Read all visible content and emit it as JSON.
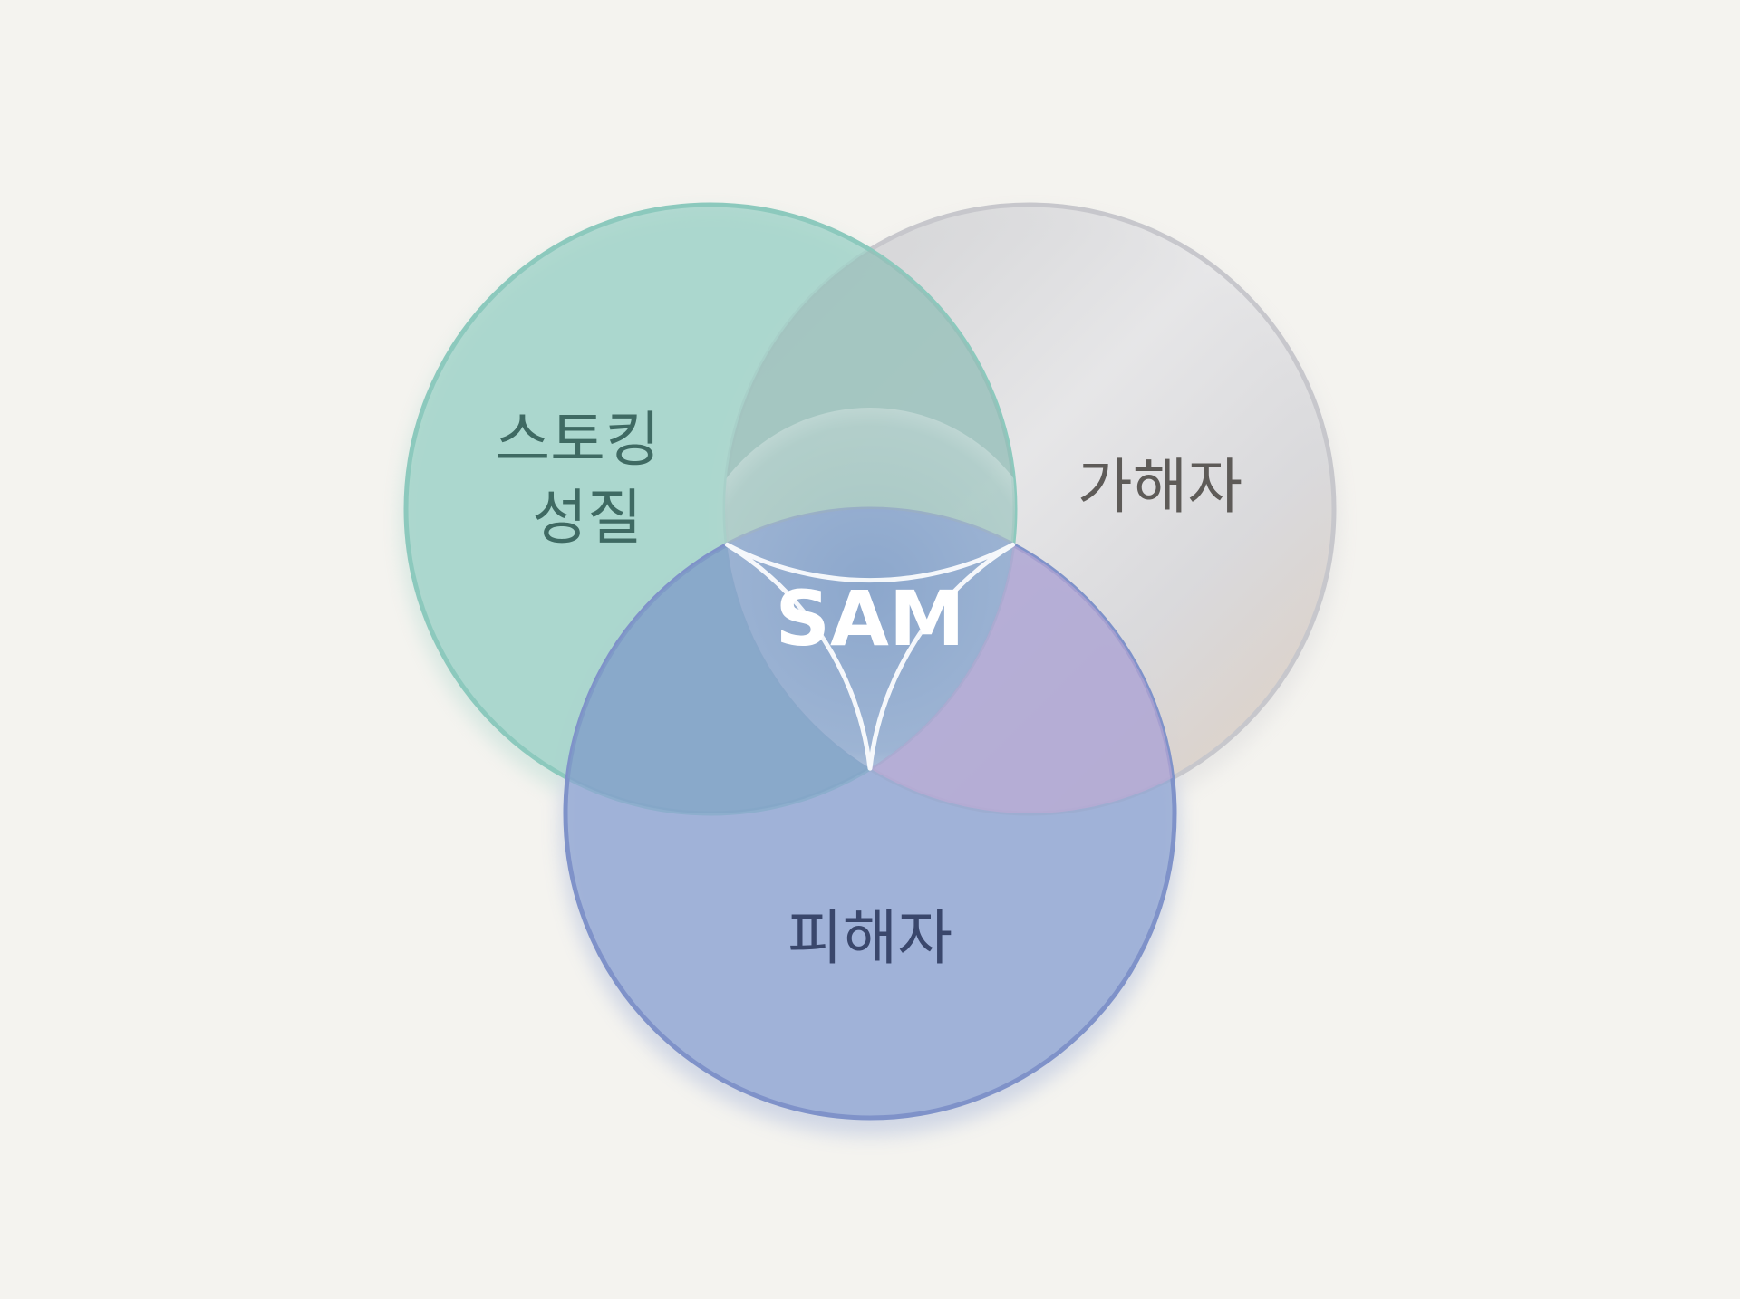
{
  "diagram": {
    "sets": [
      {
        "id": "stalking",
        "label_lines": [
          "스토킹",
          "성질"
        ],
        "fill_color": "#9fd2c8",
        "stroke_color": "#8cc9bd",
        "text_color": "#3f6a63"
      },
      {
        "id": "perpetrator",
        "label_lines": [
          "가해자"
        ],
        "fill_color": "#d8d9dc",
        "stroke_color": "#c7c7cc",
        "text_color": "#5e5b58"
      },
      {
        "id": "victim",
        "label_lines": [
          "피해자"
        ],
        "fill_color": "#8ea3d3",
        "stroke_color": "#7f92c9",
        "text_color": "#3a476c"
      }
    ],
    "center": {
      "label": "SAM",
      "text_color": "#ffffff",
      "outline_color": "#ffffff"
    },
    "background_color": "#f4f3ef"
  }
}
